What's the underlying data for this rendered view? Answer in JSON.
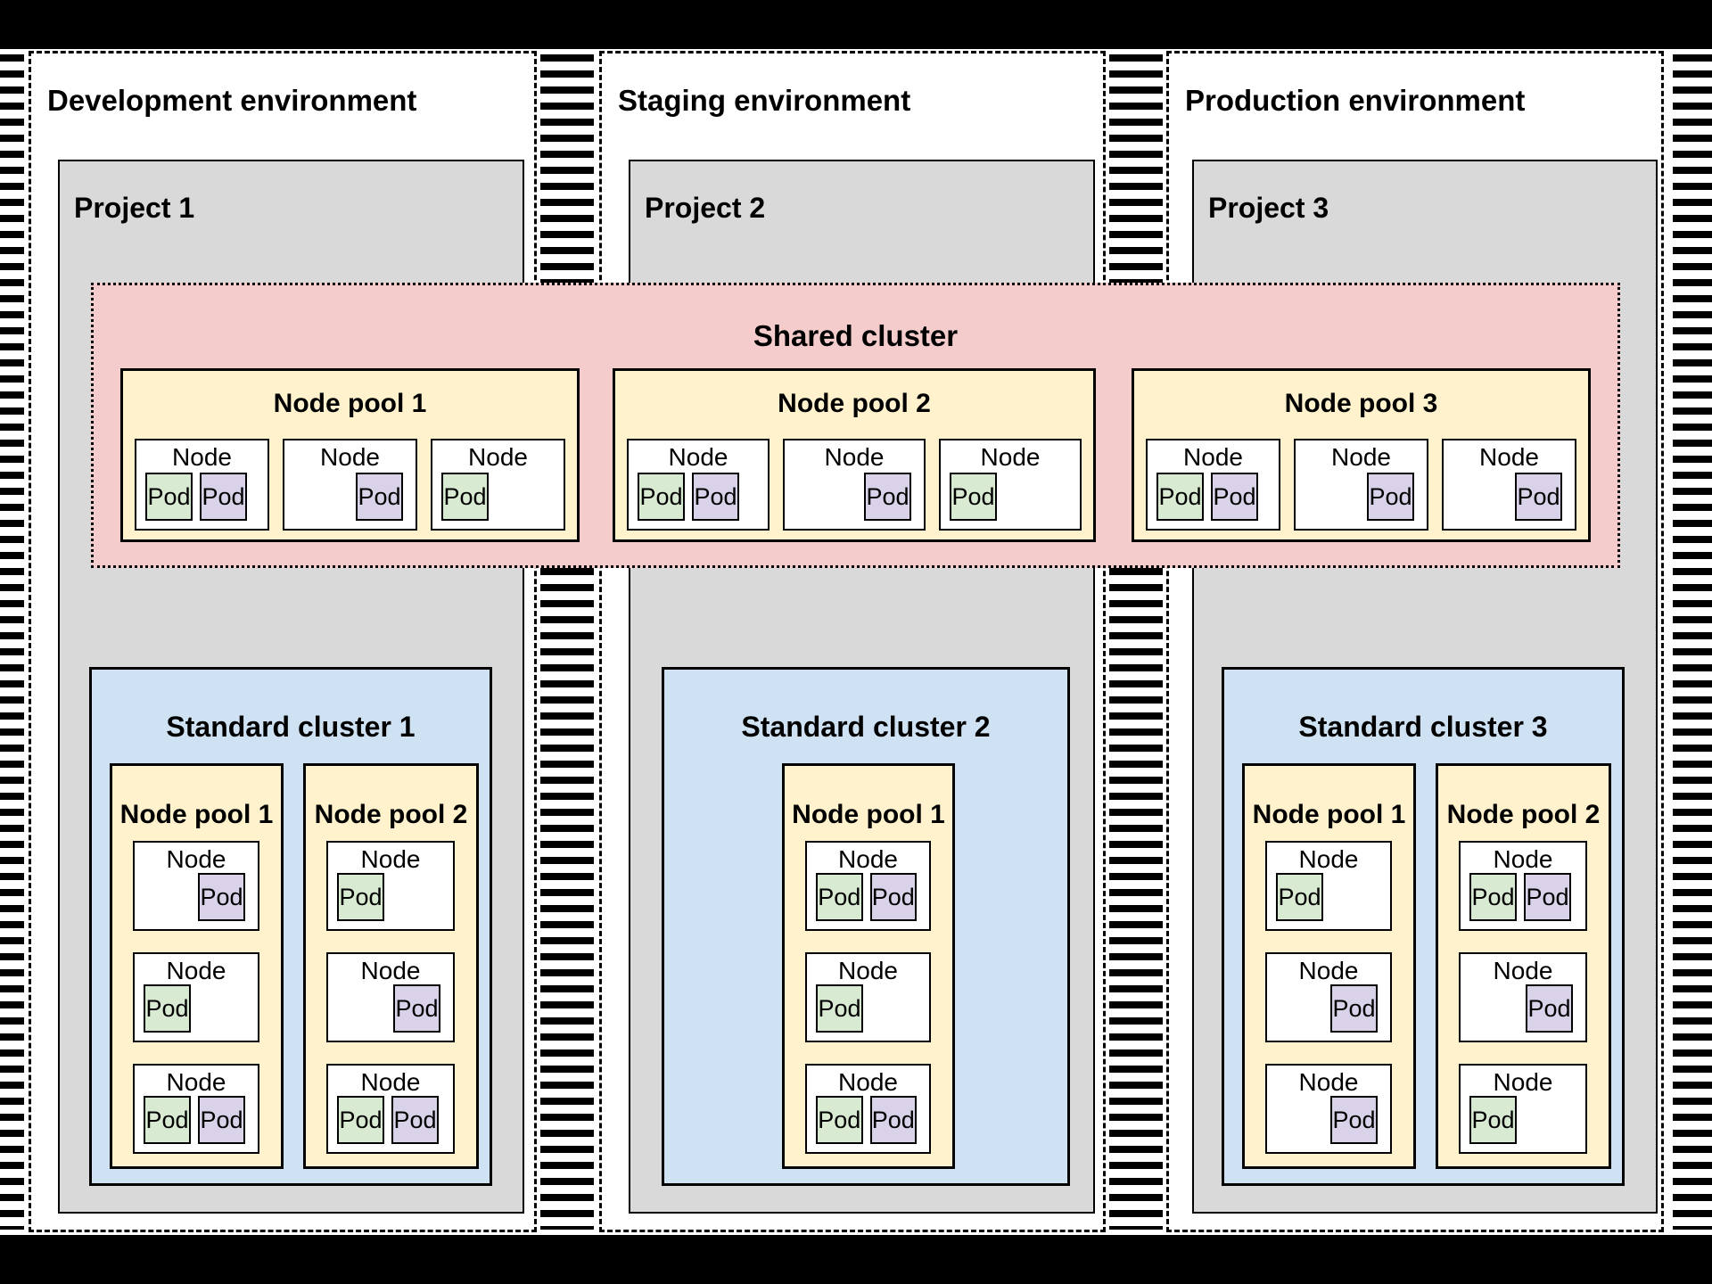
{
  "colors": {
    "project_gray": "#d9d9d9",
    "cluster_blue": "#cfe2f3",
    "pool_yellow": "#fff2cc",
    "shared_pink": "#f4cccc",
    "pod_green": "#d9ead3",
    "pod_purple": "#d9d2e9"
  },
  "diagram": {
    "environments": [
      {
        "label": "Development environment",
        "project_label": "Project 1",
        "cluster": {
          "label": "Standard cluster 1",
          "pools": [
            {
              "label": "Node pool 1",
              "nodes": [
                {
                  "label": "Node",
                  "align": "right",
                  "pods": [
                    {
                      "label": "Pod",
                      "color": "purple"
                    }
                  ]
                },
                {
                  "label": "Node",
                  "align": "left",
                  "pods": [
                    {
                      "label": "Pod",
                      "color": "green"
                    }
                  ]
                },
                {
                  "label": "Node",
                  "align": "left",
                  "pods": [
                    {
                      "label": "Pod",
                      "color": "green"
                    },
                    {
                      "label": "Pod",
                      "color": "purple"
                    }
                  ]
                }
              ]
            },
            {
              "label": "Node pool 2",
              "nodes": [
                {
                  "label": "Node",
                  "align": "left",
                  "pods": [
                    {
                      "label": "Pod",
                      "color": "green"
                    }
                  ]
                },
                {
                  "label": "Node",
                  "align": "right",
                  "pods": [
                    {
                      "label": "Pod",
                      "color": "purple"
                    }
                  ]
                },
                {
                  "label": "Node",
                  "align": "left",
                  "pods": [
                    {
                      "label": "Pod",
                      "color": "green"
                    },
                    {
                      "label": "Pod",
                      "color": "purple"
                    }
                  ]
                }
              ]
            }
          ]
        }
      },
      {
        "label": "Staging environment",
        "project_label": "Project 2",
        "cluster": {
          "label": "Standard cluster 2",
          "pools": [
            {
              "label": "Node pool 1",
              "nodes": [
                {
                  "label": "Node",
                  "align": "left",
                  "pods": [
                    {
                      "label": "Pod",
                      "color": "green"
                    },
                    {
                      "label": "Pod",
                      "color": "purple"
                    }
                  ]
                },
                {
                  "label": "Node",
                  "align": "left",
                  "pods": [
                    {
                      "label": "Pod",
                      "color": "green"
                    }
                  ]
                },
                {
                  "label": "Node",
                  "align": "left",
                  "pods": [
                    {
                      "label": "Pod",
                      "color": "green"
                    },
                    {
                      "label": "Pod",
                      "color": "purple"
                    }
                  ]
                }
              ]
            }
          ]
        }
      },
      {
        "label": "Production environment",
        "project_label": "Project 3",
        "cluster": {
          "label": "Standard cluster 3",
          "pools": [
            {
              "label": "Node pool 1",
              "nodes": [
                {
                  "label": "Node",
                  "align": "left",
                  "pods": [
                    {
                      "label": "Pod",
                      "color": "green"
                    }
                  ]
                },
                {
                  "label": "Node",
                  "align": "right",
                  "pods": [
                    {
                      "label": "Pod",
                      "color": "purple"
                    }
                  ]
                },
                {
                  "label": "Node",
                  "align": "right",
                  "pods": [
                    {
                      "label": "Pod",
                      "color": "purple"
                    }
                  ]
                }
              ]
            },
            {
              "label": "Node pool 2",
              "nodes": [
                {
                  "label": "Node",
                  "align": "left",
                  "pods": [
                    {
                      "label": "Pod",
                      "color": "green"
                    },
                    {
                      "label": "Pod",
                      "color": "purple"
                    }
                  ]
                },
                {
                  "label": "Node",
                  "align": "right",
                  "pods": [
                    {
                      "label": "Pod",
                      "color": "purple"
                    }
                  ]
                },
                {
                  "label": "Node",
                  "align": "left",
                  "pods": [
                    {
                      "label": "Pod",
                      "color": "green"
                    }
                  ]
                }
              ]
            }
          ]
        }
      }
    ],
    "shared_cluster": {
      "label": "Shared cluster",
      "pools": [
        {
          "label": "Node pool 1",
          "nodes": [
            {
              "label": "Node",
              "align": "left",
              "pods": [
                {
                  "label": "Pod",
                  "color": "green"
                },
                {
                  "label": "Pod",
                  "color": "purple"
                }
              ]
            },
            {
              "label": "Node",
              "align": "right",
              "pods": [
                {
                  "label": "Pod",
                  "color": "purple"
                }
              ]
            },
            {
              "label": "Node",
              "align": "left",
              "pods": [
                {
                  "label": "Pod",
                  "color": "green"
                }
              ]
            }
          ]
        },
        {
          "label": "Node pool 2",
          "nodes": [
            {
              "label": "Node",
              "align": "left",
              "pods": [
                {
                  "label": "Pod",
                  "color": "green"
                },
                {
                  "label": "Pod",
                  "color": "purple"
                }
              ]
            },
            {
              "label": "Node",
              "align": "right",
              "pods": [
                {
                  "label": "Pod",
                  "color": "purple"
                }
              ]
            },
            {
              "label": "Node",
              "align": "left",
              "pods": [
                {
                  "label": "Pod",
                  "color": "green"
                }
              ]
            }
          ]
        },
        {
          "label": "Node pool 3",
          "nodes": [
            {
              "label": "Node",
              "align": "left",
              "pods": [
                {
                  "label": "Pod",
                  "color": "green"
                },
                {
                  "label": "Pod",
                  "color": "purple"
                }
              ]
            },
            {
              "label": "Node",
              "align": "right",
              "pods": [
                {
                  "label": "Pod",
                  "color": "purple"
                }
              ]
            },
            {
              "label": "Node",
              "align": "right",
              "pods": [
                {
                  "label": "Pod",
                  "color": "purple"
                }
              ]
            }
          ]
        }
      ]
    }
  }
}
